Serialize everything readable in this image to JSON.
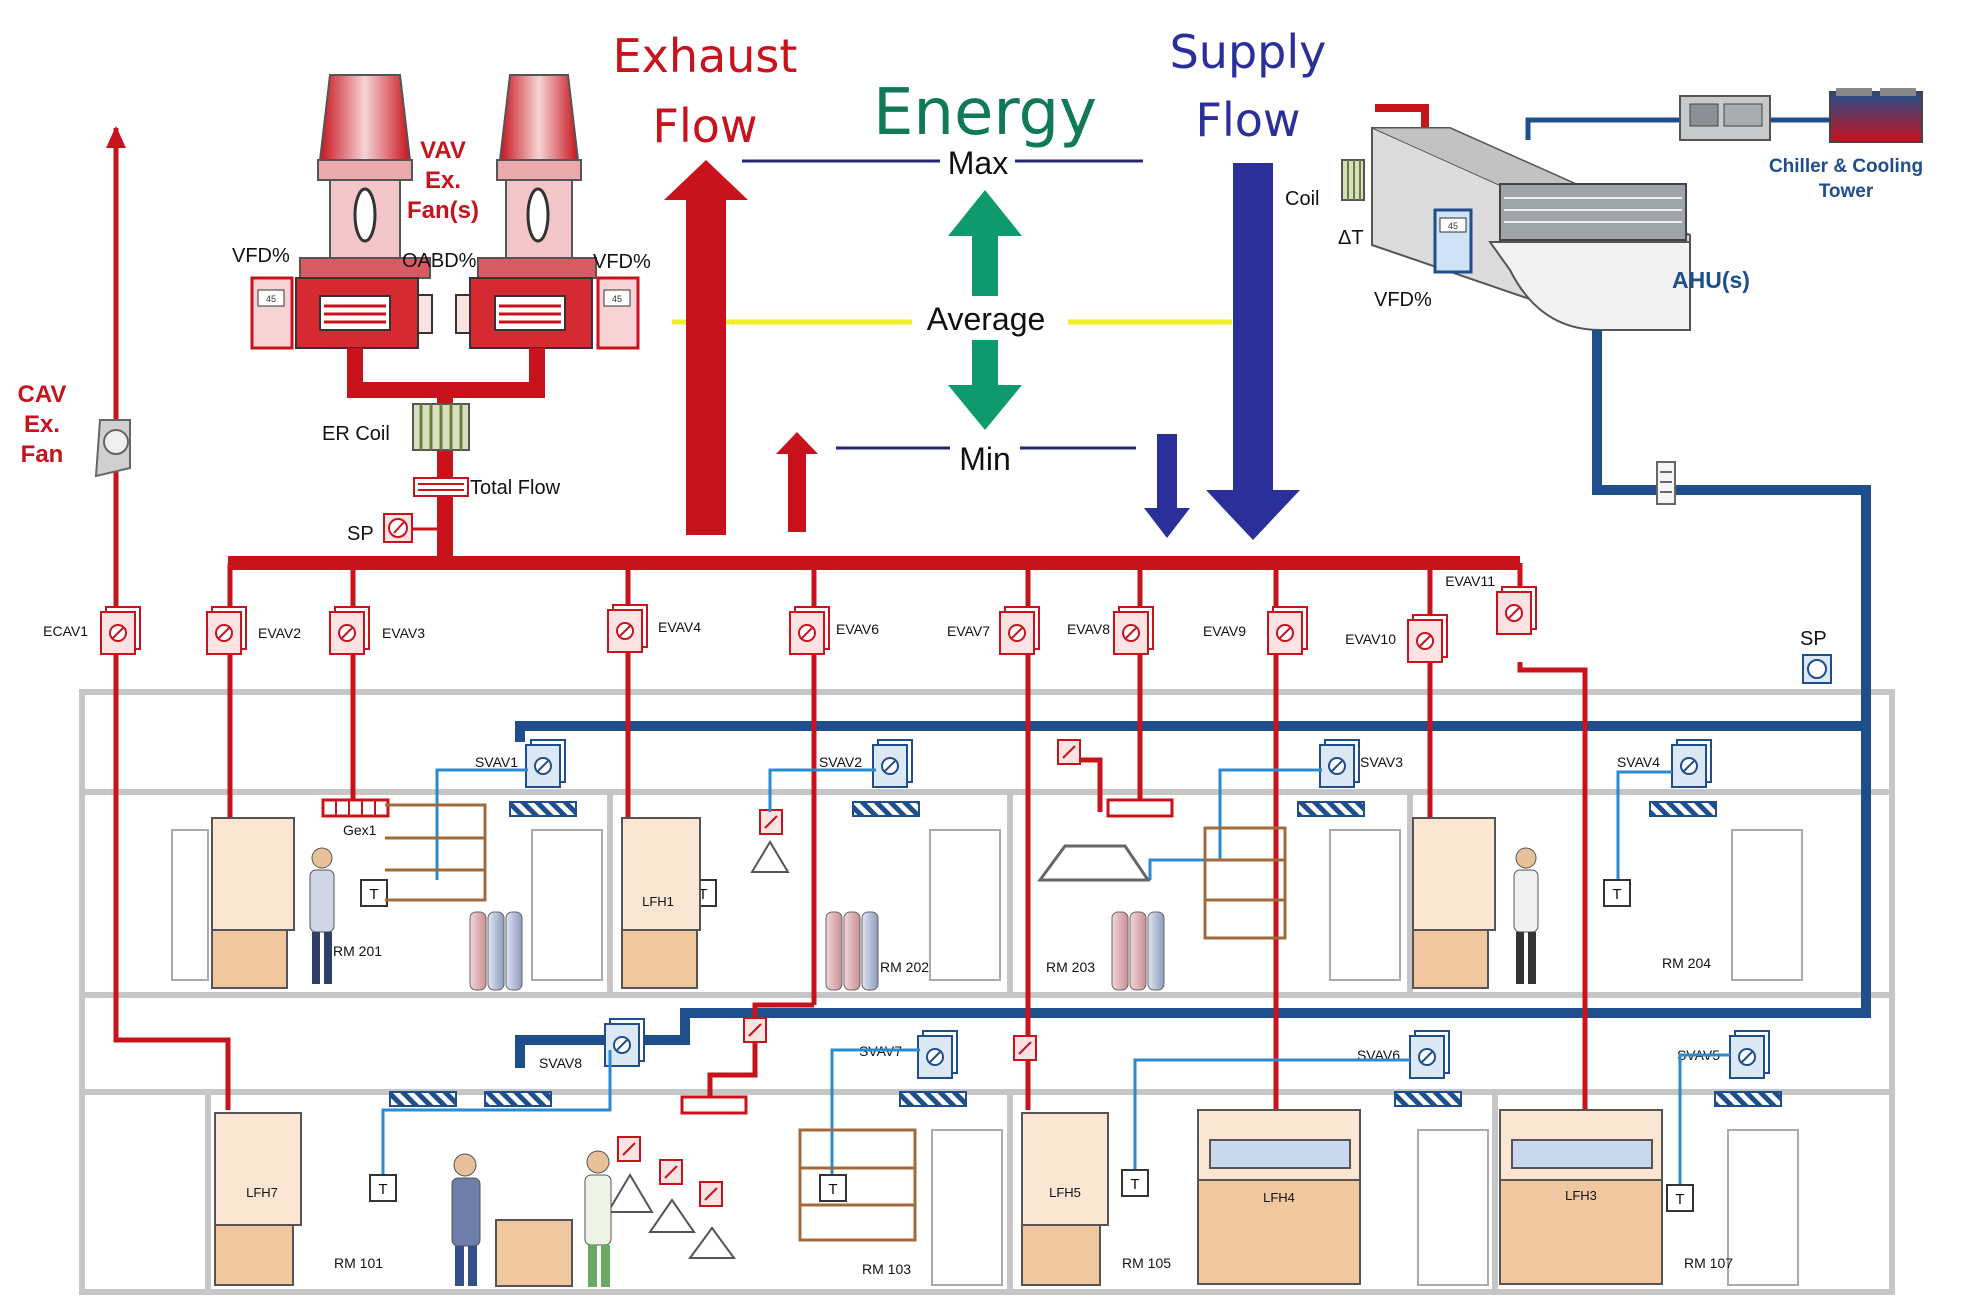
{
  "headings": {
    "exhaust_flow": [
      "Exhaust",
      "Flow"
    ],
    "energy": "Energy",
    "supply_flow": [
      "Supply",
      "Flow"
    ],
    "max": "Max",
    "average": "Average",
    "min": "Min"
  },
  "labels": {
    "vav_fans": [
      "VAV",
      "Ex.",
      "Fan(s)"
    ],
    "cav_fan": [
      "CAV",
      "Ex.",
      "Fan"
    ],
    "vfd_left": "VFD%",
    "vfd_right": "VFD%",
    "oabd": "OABD%",
    "er_coil": "ER Coil",
    "total_flow": "Total Flow",
    "sp_exhaust": "SP",
    "sp_supply": "SP",
    "coil": "Coil",
    "delta_t": "ΔT",
    "vfd_ahu": "VFD%",
    "ahu": "AHU(s)",
    "chiller": [
      "Chiller & Cooling",
      "Tower"
    ],
    "display_value": "45",
    "gex1": "Gex1"
  },
  "exhaust_valves": [
    "ECAV1",
    "EVAV2",
    "EVAV3",
    "EVAV4",
    "EVAV6",
    "EVAV7",
    "EVAV8",
    "EVAV9",
    "EVAV10",
    "EVAV11"
  ],
  "supply_valves": [
    "SVAV1",
    "SVAV2",
    "SVAV3",
    "SVAV4",
    "SVAV8",
    "SVAV7",
    "SVAV6",
    "SVAV5"
  ],
  "rooms": [
    "RM 201",
    "RM 202",
    "RM 203",
    "RM 204",
    "RM 101",
    "RM 103",
    "RM 105",
    "RM 107"
  ],
  "fume_hoods": [
    "LFH1",
    "LFH7",
    "LFH5",
    "LFH4",
    "LFH3"
  ],
  "thermostat": "T",
  "colors": {
    "exhaust": "#c8121c",
    "supply_main": "#1f4e8c",
    "supply_branch": "#2a8bd0",
    "energy": "#0f7a55",
    "supply_title": "#2b2f9a",
    "average_line": "#f4ee28",
    "max_min_line": "#27286f",
    "rule_gray": "#c6c6c6",
    "wood": "#a06a3c"
  }
}
